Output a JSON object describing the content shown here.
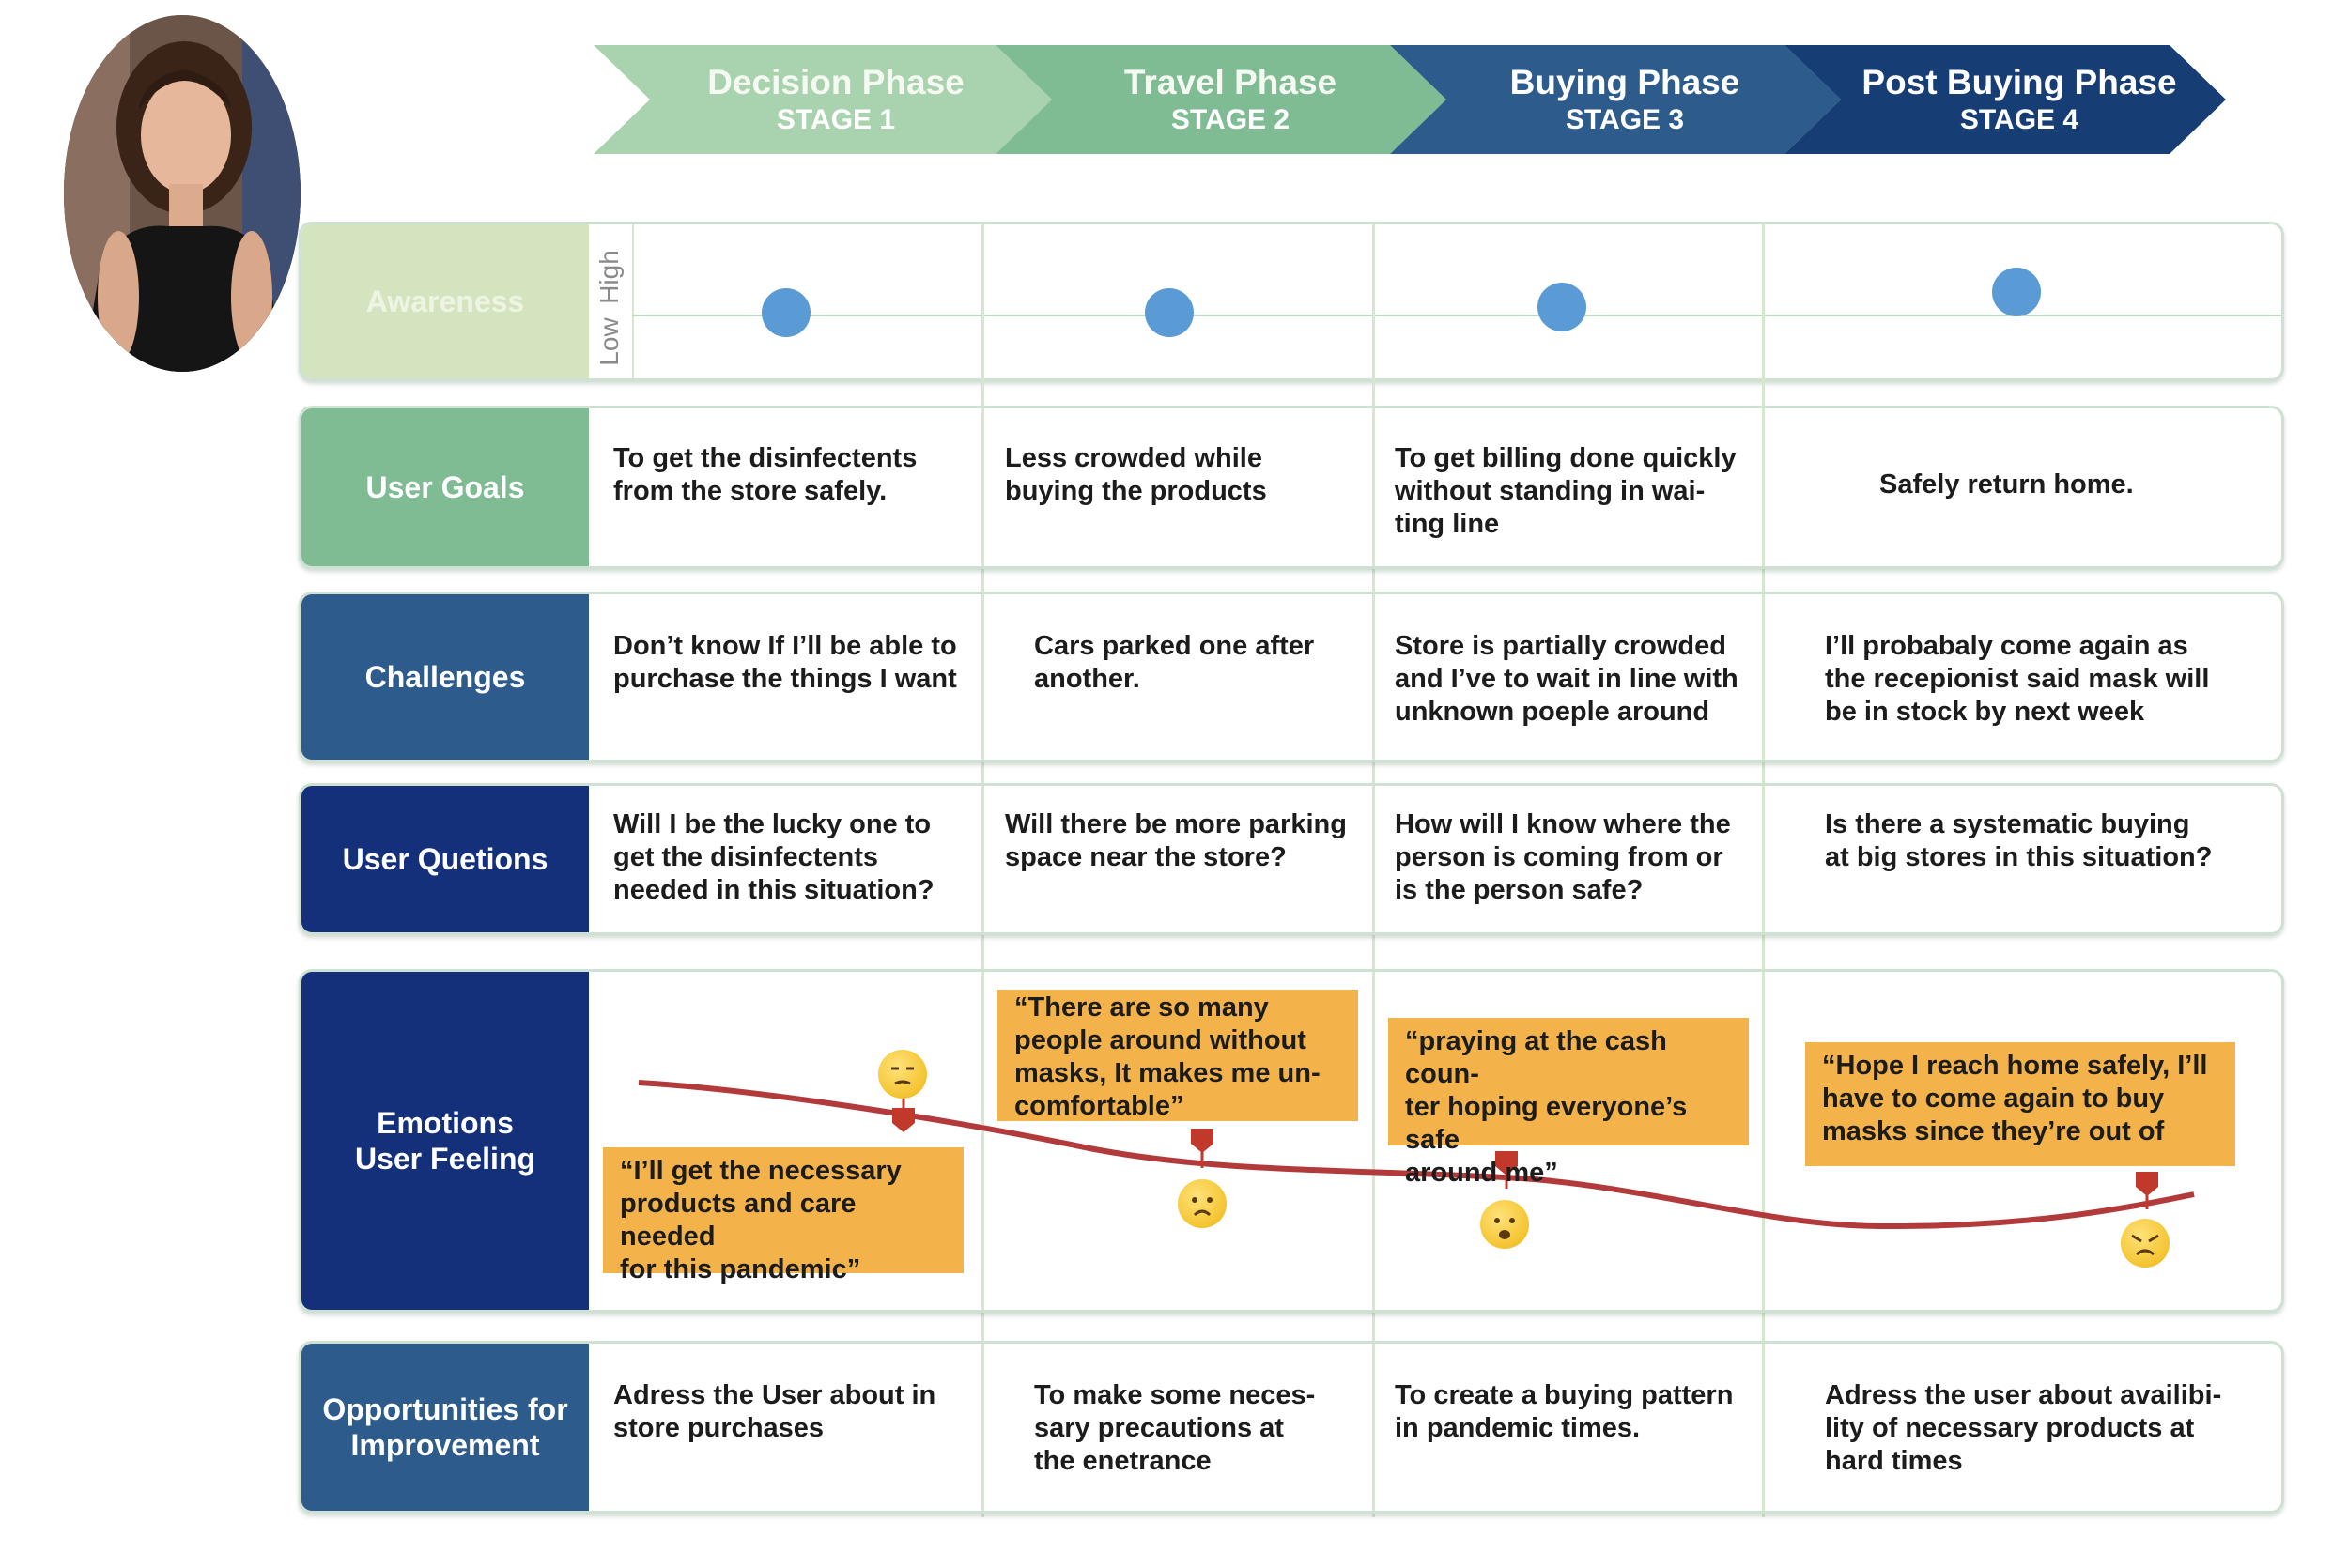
{
  "phases": [
    {
      "name": "Decision Phase",
      "stage": "STAGE 1",
      "color": "#a9d3ae"
    },
    {
      "name": "Travel Phase",
      "stage": "STAGE 2",
      "color": "#7fbc94"
    },
    {
      "name": "Buying Phase",
      "stage": "STAGE 3",
      "color": "#2c5b8c"
    },
    {
      "name": "Post Buying Phase",
      "stage": "STAGE 4",
      "color": "#173d75"
    }
  ],
  "awareness": {
    "label": "Awareness",
    "axis_high": "High",
    "axis_low": "Low",
    "label_color": "#d4e4bf"
  },
  "rows": {
    "goals": {
      "label": "User Goals",
      "color": "#7fbc94",
      "cells": [
        "To get the disinfectents\nfrom the store safely.",
        "Less crowded while\nbuying  the products",
        "To get billing done quickly\nwithout standing in wai-\nting line",
        "Safely return home."
      ]
    },
    "challenges": {
      "label": "Challenges",
      "color": "#2c5b8c",
      "cells": [
        "Don’t know If I’ll be able to\npurchase the things I want",
        "Cars parked one after\nanother.",
        "Store is partially crowded\nand I’ve to wait in line with\nunknown poeple around",
        "I’ll probabaly come again as\nthe recepionist said mask will\nbe in stock by next week"
      ]
    },
    "questions": {
      "label": "User Quetions",
      "color": "#15307a",
      "cells": [
        "Will I be the lucky one to\nget the disinfectents\nneeded in this situation?",
        "Will there be more parking\nspace near the store?",
        "How will I know where the\nperson is coming from or\nis the person safe?",
        "Is there a systematic buying\nat big stores in this situation?"
      ]
    },
    "emotions": {
      "label": "Emotions\nUser Feeling",
      "color": "#15307a",
      "quotes": [
        "“I’ll get the necessary\nproducts and care needed\nfor this pandemic”",
        "“There are so many\npeople around without\nmasks, It makes me un-\ncomfortable”",
        "“praying at the cash coun-\nter hoping everyone’s safe\naround me”",
        "“Hope I reach home safely, I’ll\nhave to come again to buy\nmasks since they’re out of"
      ],
      "curve_color": "#b33a3a",
      "note_color": "#f3b24a"
    },
    "opportunities": {
      "label": "Opportunities for\nImprovement",
      "color": "#2c5b8c",
      "cells": [
        "Adress the User about in\nstore purchases",
        "To make some neces-\nsary precautions at\nthe enetrance",
        "To create a buying pattern\nin pandemic times.",
        "Adress the user about availibi-\nlity of necessary products  at\nhard times"
      ]
    }
  }
}
